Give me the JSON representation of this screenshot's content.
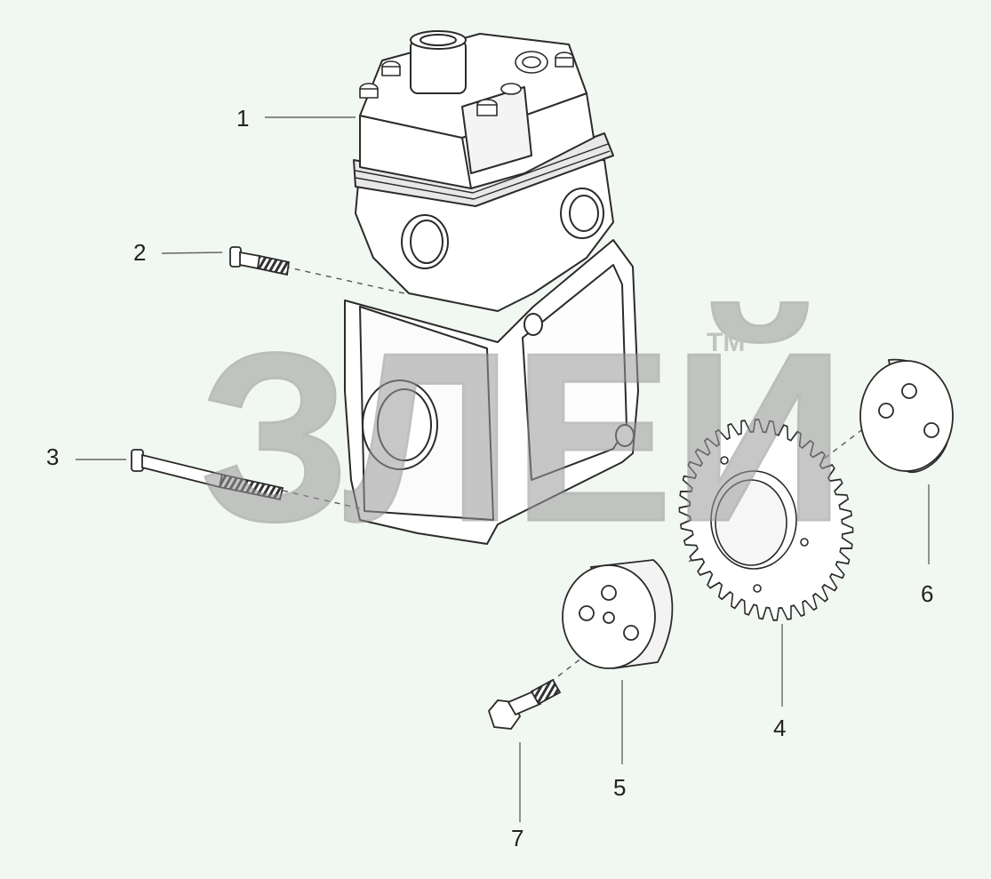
{
  "watermark": {
    "logo_text": "ЗЛЕЙ",
    "trademark": "TM"
  },
  "callouts": [
    {
      "id": "1",
      "label": "1"
    },
    {
      "id": "2",
      "label": "2"
    },
    {
      "id": "3",
      "label": "3"
    },
    {
      "id": "4",
      "label": "4"
    },
    {
      "id": "5",
      "label": "5"
    },
    {
      "id": "6",
      "label": "6"
    },
    {
      "id": "7",
      "label": "7"
    }
  ],
  "colors": {
    "background": "#f1f7f1",
    "line": "#2b2b2b",
    "watermark": "#9a9a9a"
  }
}
